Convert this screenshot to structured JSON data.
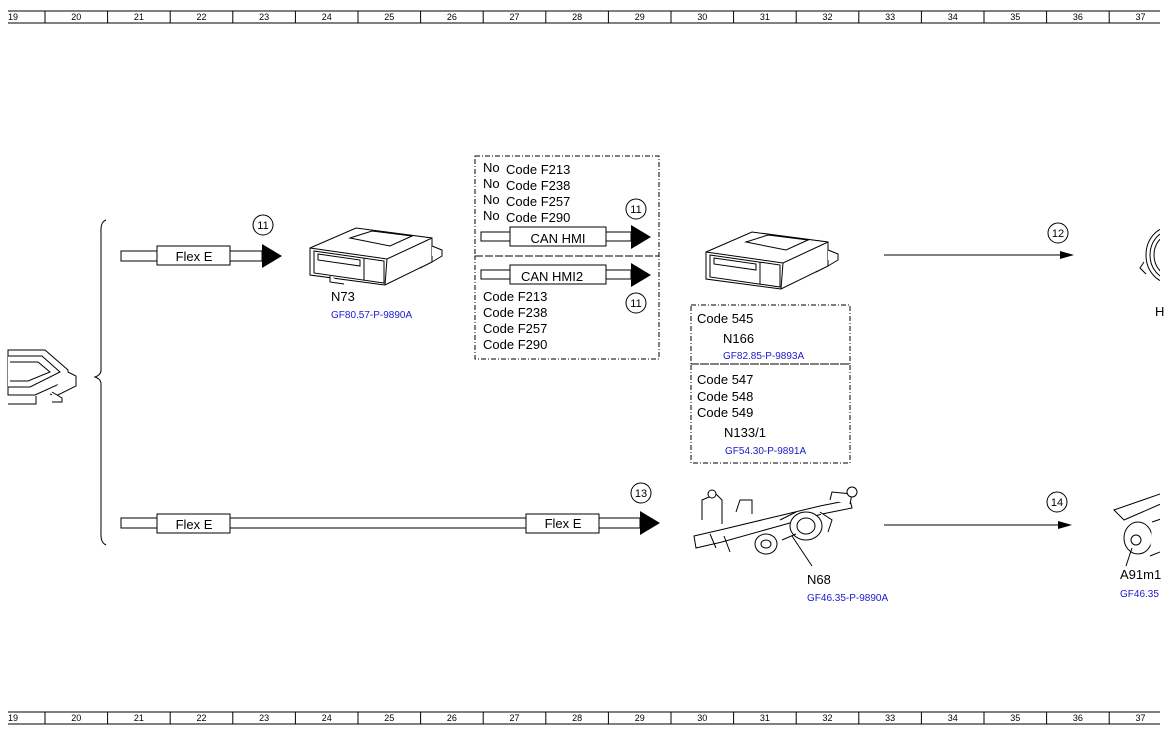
{
  "colors": {
    "line": "#000000",
    "reference_link": "#1a1acc",
    "background": "#ffffff"
  },
  "ruler": {
    "numbers": [
      "19",
      "20",
      "21",
      "22",
      "23",
      "24",
      "25",
      "26",
      "27",
      "28",
      "29",
      "30",
      "31",
      "32",
      "33",
      "34",
      "35",
      "36",
      "37"
    ]
  },
  "bus_labels": {
    "flex_e": "Flex E",
    "can_hmi": "CAN HMI",
    "can_hmi2": "CAN HMI2"
  },
  "markers": {
    "m11": "11",
    "m12": "12",
    "m13": "13",
    "m14": "14"
  },
  "components": {
    "n73": {
      "label": "N73",
      "ref": "GF80.57-P-9890A"
    },
    "n166": {
      "label": "N166",
      "ref": "GF82.85-P-9893A"
    },
    "n133": {
      "label": "N133/1",
      "ref": "GF54.30-P-9891A"
    },
    "n68": {
      "label": "N68",
      "ref": "GF46.35-P-9890A"
    },
    "a91": {
      "label": "A91m1",
      "ref": "GF46.35"
    }
  },
  "codes": {
    "no_prefix": "No",
    "without": [
      "Code F213",
      "Code F238",
      "Code F257",
      "Code F290"
    ],
    "with": [
      "Code F213",
      "Code F238",
      "Code F257",
      "Code F290"
    ],
    "code_545": "Code 545",
    "codes_547_549": [
      "Code 547",
      "Code 548",
      "Code 549"
    ]
  },
  "cut_letter": "H"
}
